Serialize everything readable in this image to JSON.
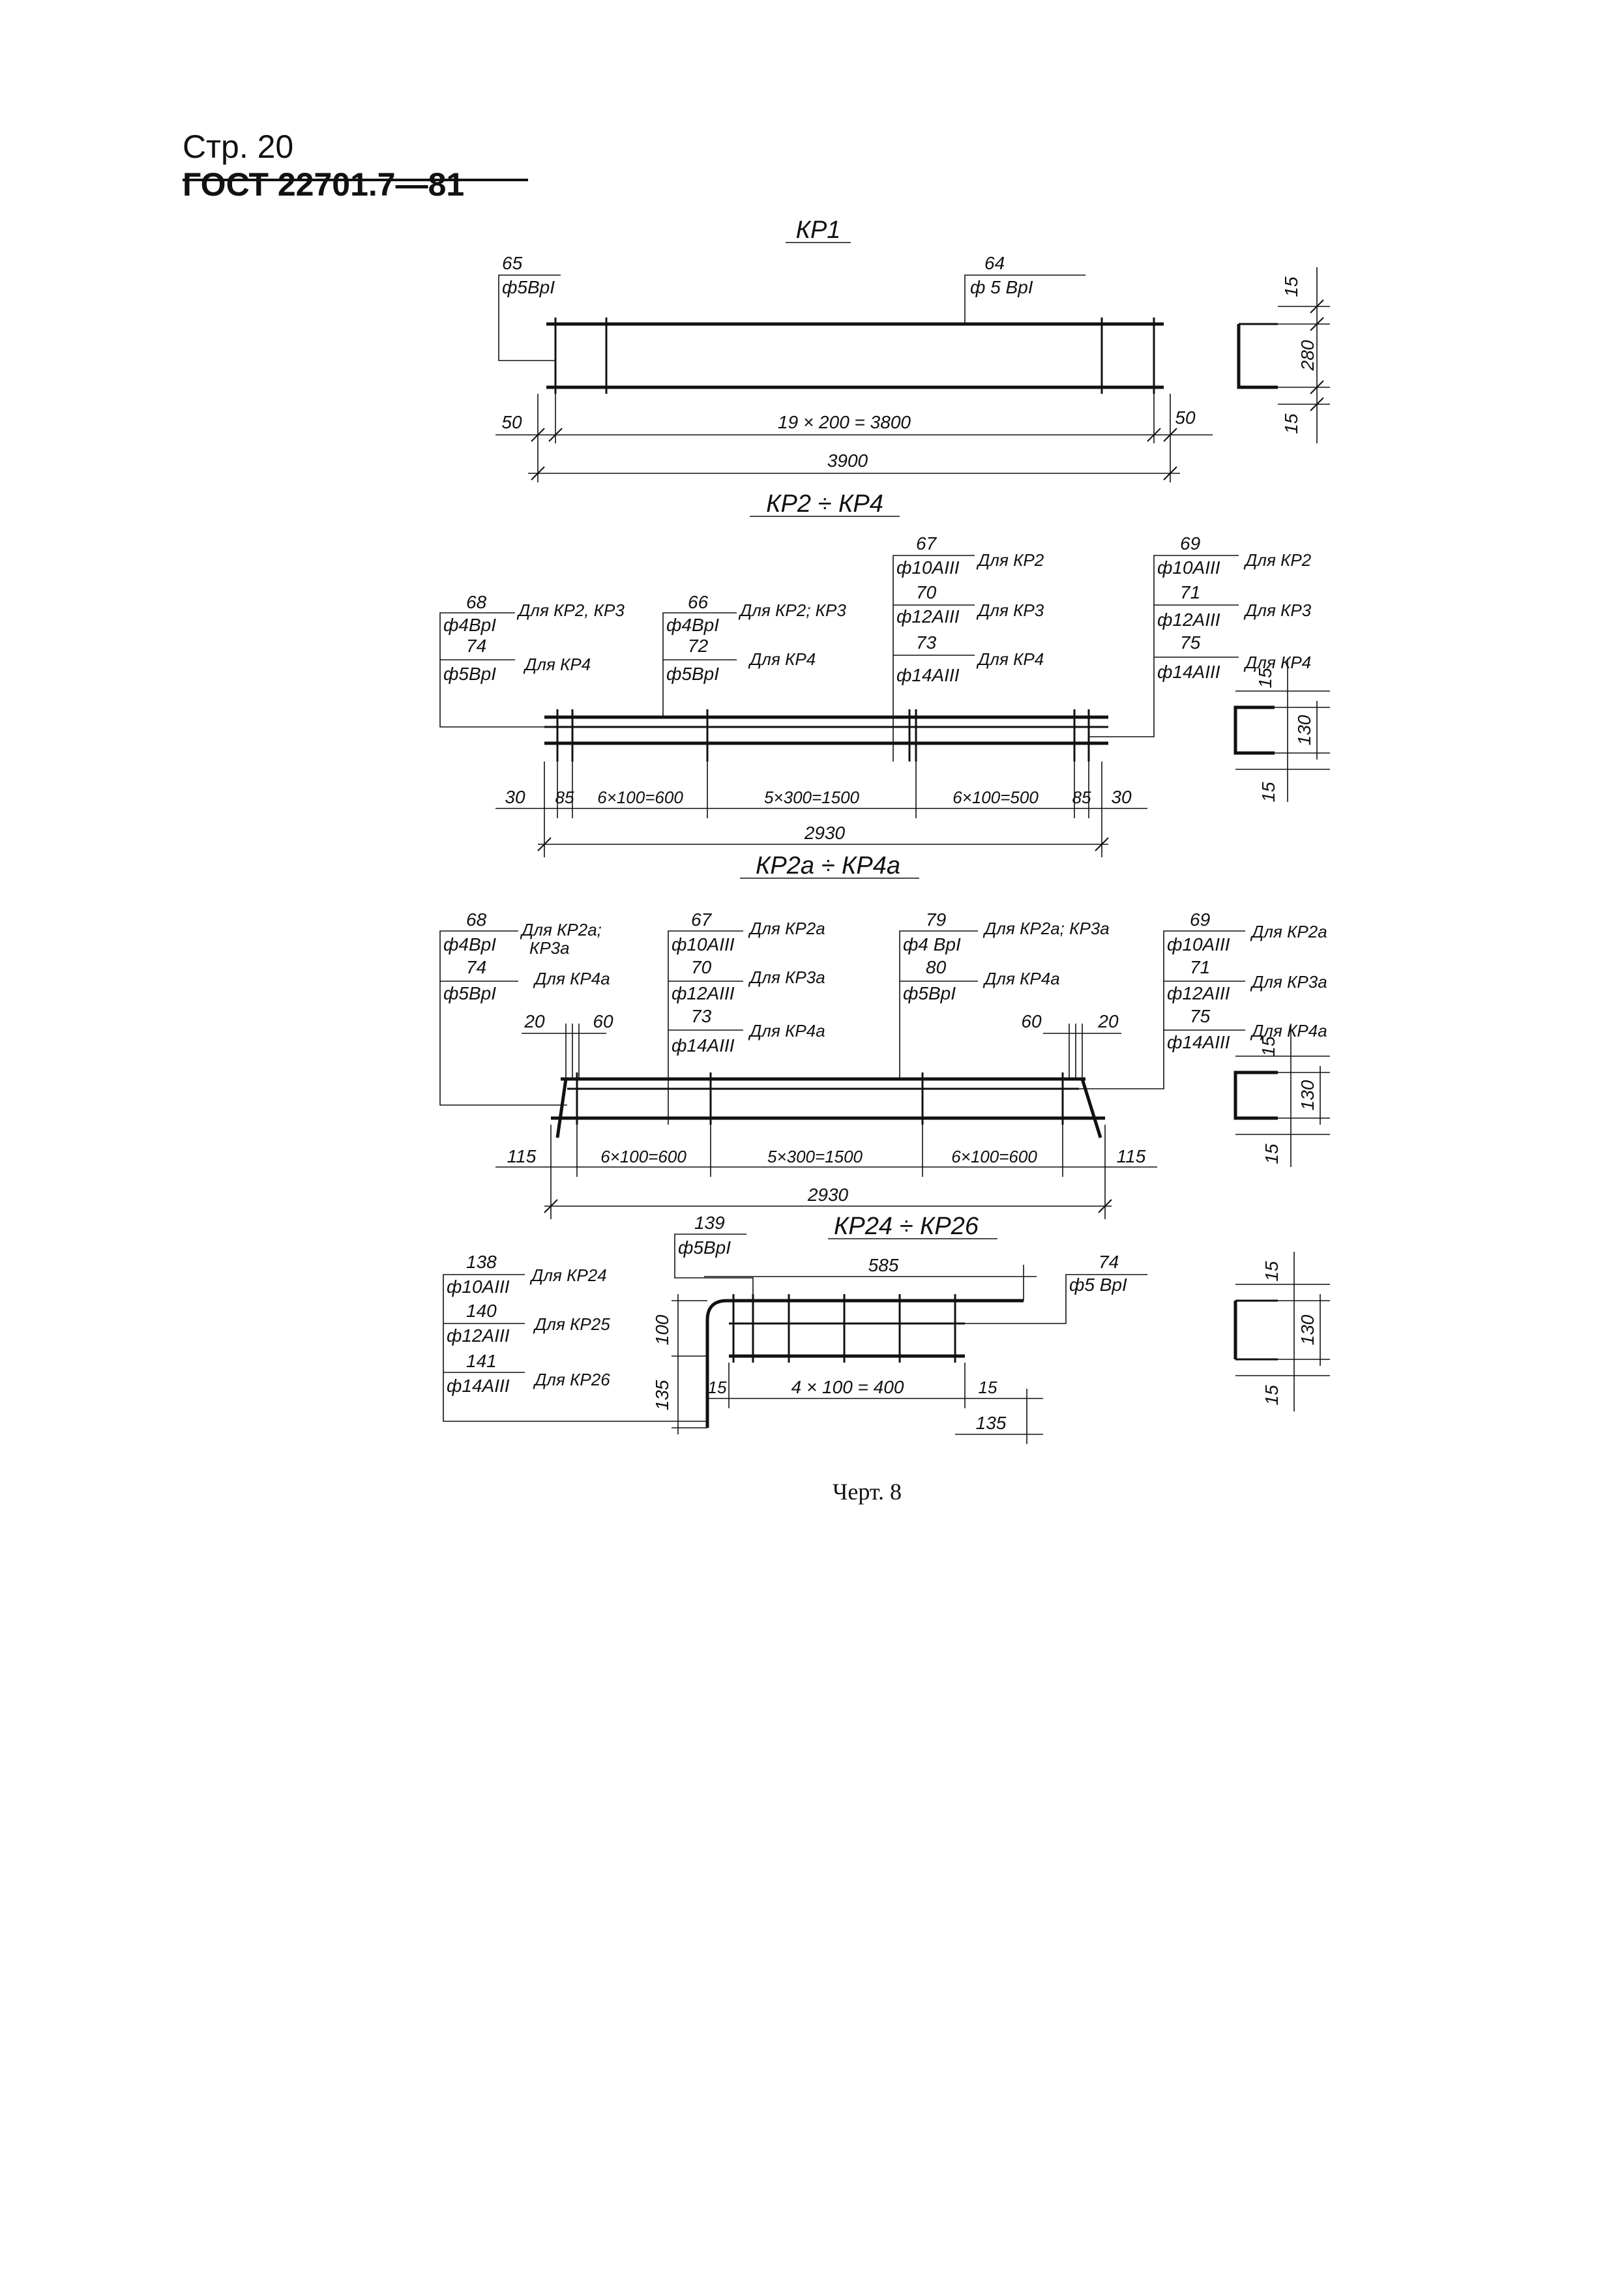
{
  "header": {
    "page": "Стр. 20",
    "standard": "ГОСТ 22701.7—81"
  },
  "kr1": {
    "title": "КР1",
    "callout_left": {
      "num": "65",
      "spec": "ф5ВрI"
    },
    "callout_right": {
      "num": "64",
      "spec": "ф 5 ВрI"
    },
    "dims": {
      "left": "50",
      "middle": "19 × 200 = 3800",
      "right": "50",
      "total": "3900"
    },
    "section": {
      "top": "15",
      "height": "280",
      "bottom": "15"
    }
  },
  "kr2_4": {
    "title": "КР2 ÷ КР4",
    "callouts": [
      {
        "num": "68",
        "spec": "ф4ВрI",
        "note": "Для КР2, КР3"
      },
      {
        "num": "74",
        "spec": "ф5ВрI",
        "note": "Для КР4"
      },
      {
        "num": "66",
        "spec": "ф4ВрI",
        "note": "Для КР2; КР3"
      },
      {
        "num": "72",
        "spec": "ф5ВрI",
        "note": "Для КР4"
      },
      {
        "num": "67",
        "spec": "ф10АIII",
        "note": "Для КР2"
      },
      {
        "num": "70",
        "spec": "ф12АIII",
        "note": "Для КР3"
      },
      {
        "num": "73",
        "spec": "ф14АIII",
        "note": "Для КР4"
      },
      {
        "num": "69",
        "spec": "ф10АIII",
        "note": "Для КР2"
      },
      {
        "num": "71",
        "spec": "ф12АIII",
        "note": "Для КР3"
      },
      {
        "num": "75",
        "spec": "ф14АIII",
        "note": "Для КР4"
      }
    ],
    "dims": [
      "30",
      "85",
      "6×100=600",
      "5×300=1500",
      "6×100=500",
      "85",
      "30"
    ],
    "total": "2930",
    "section": {
      "top": "15",
      "height": "130",
      "bottom": "15"
    }
  },
  "kr2a_4a": {
    "title": "КР2а ÷ КР4а",
    "callouts": [
      {
        "num": "68",
        "spec": "ф4ВрI",
        "note": "Для КР2а;",
        "note2": "КР3а"
      },
      {
        "num": "74",
        "spec": "ф5ВрI",
        "note": "Для КР4а"
      },
      {
        "num": "67",
        "spec": "ф10АIII",
        "note": "Для КР2а"
      },
      {
        "num": "70",
        "spec": "ф12АIII",
        "note": "Для КР3а"
      },
      {
        "num": "73",
        "spec": "ф14АIII",
        "note": "Для КР4а"
      },
      {
        "num": "79",
        "spec": "ф4 ВрI",
        "note": "Для КР2а; КР3а"
      },
      {
        "num": "80",
        "spec": "ф5ВрI",
        "note": "Для КР4а"
      },
      {
        "num": "69",
        "spec": "ф10АIII",
        "note": "Для КР2а"
      },
      {
        "num": "71",
        "spec": "ф12АIII",
        "note": "Для КР3а"
      },
      {
        "num": "75",
        "spec": "ф14АIII",
        "note": "Для КР4а"
      }
    ],
    "top_dims": [
      "20",
      "60",
      "60",
      "20"
    ],
    "dims": [
      "115",
      "6×100=600",
      "5×300=1500",
      "6×100=600",
      "115"
    ],
    "total": "2930",
    "section": {
      "top": "15",
      "height": "130",
      "bottom": "15"
    }
  },
  "kr24_26": {
    "title": "КР24 ÷ КР26",
    "callouts": [
      {
        "num": "138",
        "spec": "ф10АIII",
        "note": "Для КР24"
      },
      {
        "num": "140",
        "spec": "ф12АIII",
        "note": "Для КР25"
      },
      {
        "num": "141",
        "spec": "ф14АIII",
        "note": "Для КР26"
      },
      {
        "num": "139",
        "spec": "ф5ВрI"
      },
      {
        "num": "74",
        "spec": "ф5 ВрI"
      }
    ],
    "dims": {
      "top": "585",
      "left_upper": "100",
      "left_lower": "135",
      "left_gap": "15",
      "middle": "4 × 100 = 400",
      "right_gap": "15",
      "right": "135"
    },
    "section": {
      "top": "15",
      "height": "130",
      "bottom": "15"
    }
  },
  "caption": "Черт. 8"
}
